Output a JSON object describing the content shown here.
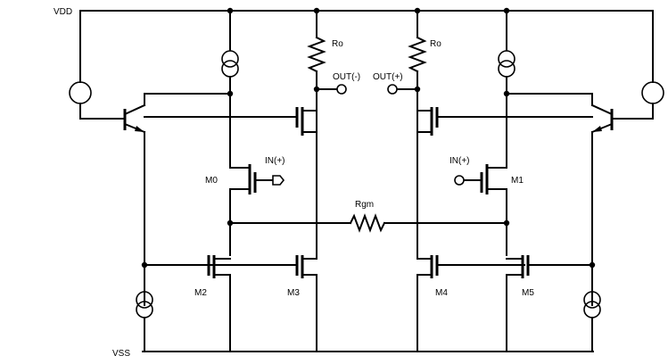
{
  "labels": {
    "vdd": "VDD",
    "vss": "VSS",
    "ro_left": "Ro",
    "ro_right": "Ro",
    "out_minus": "OUT(-)",
    "out_plus": "OUT(+)",
    "in_plus_left": "IN(+)",
    "in_plus_right": "IN(+)",
    "rgm": "Rgm",
    "m0": "M0",
    "m1": "M1",
    "m2": "M2",
    "m3": "M3",
    "m4": "M4",
    "m5": "M5"
  }
}
